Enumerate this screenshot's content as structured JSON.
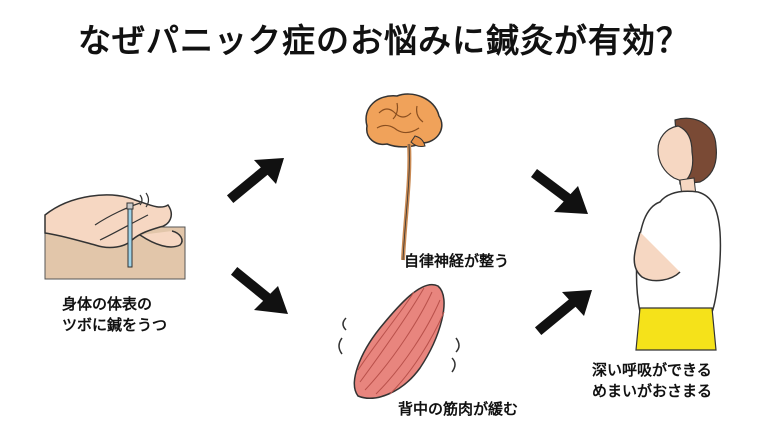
{
  "title": "なぜパニック症のお悩みに鍼灸が有効？",
  "captions": {
    "acupuncture": [
      "身体の体表の",
      "ツボに鍼をうつ"
    ],
    "nerves": "自律神経が整う",
    "muscles": "背中の筋肉が緩む",
    "result": [
      "深い呼吸ができる",
      "めまいがおさまる"
    ]
  },
  "colors": {
    "brain": "#f0a25a",
    "muscle": "#e8857e",
    "skirt": "#f5e21a",
    "skin": "#f6d7c2",
    "arrow": "#111111"
  }
}
